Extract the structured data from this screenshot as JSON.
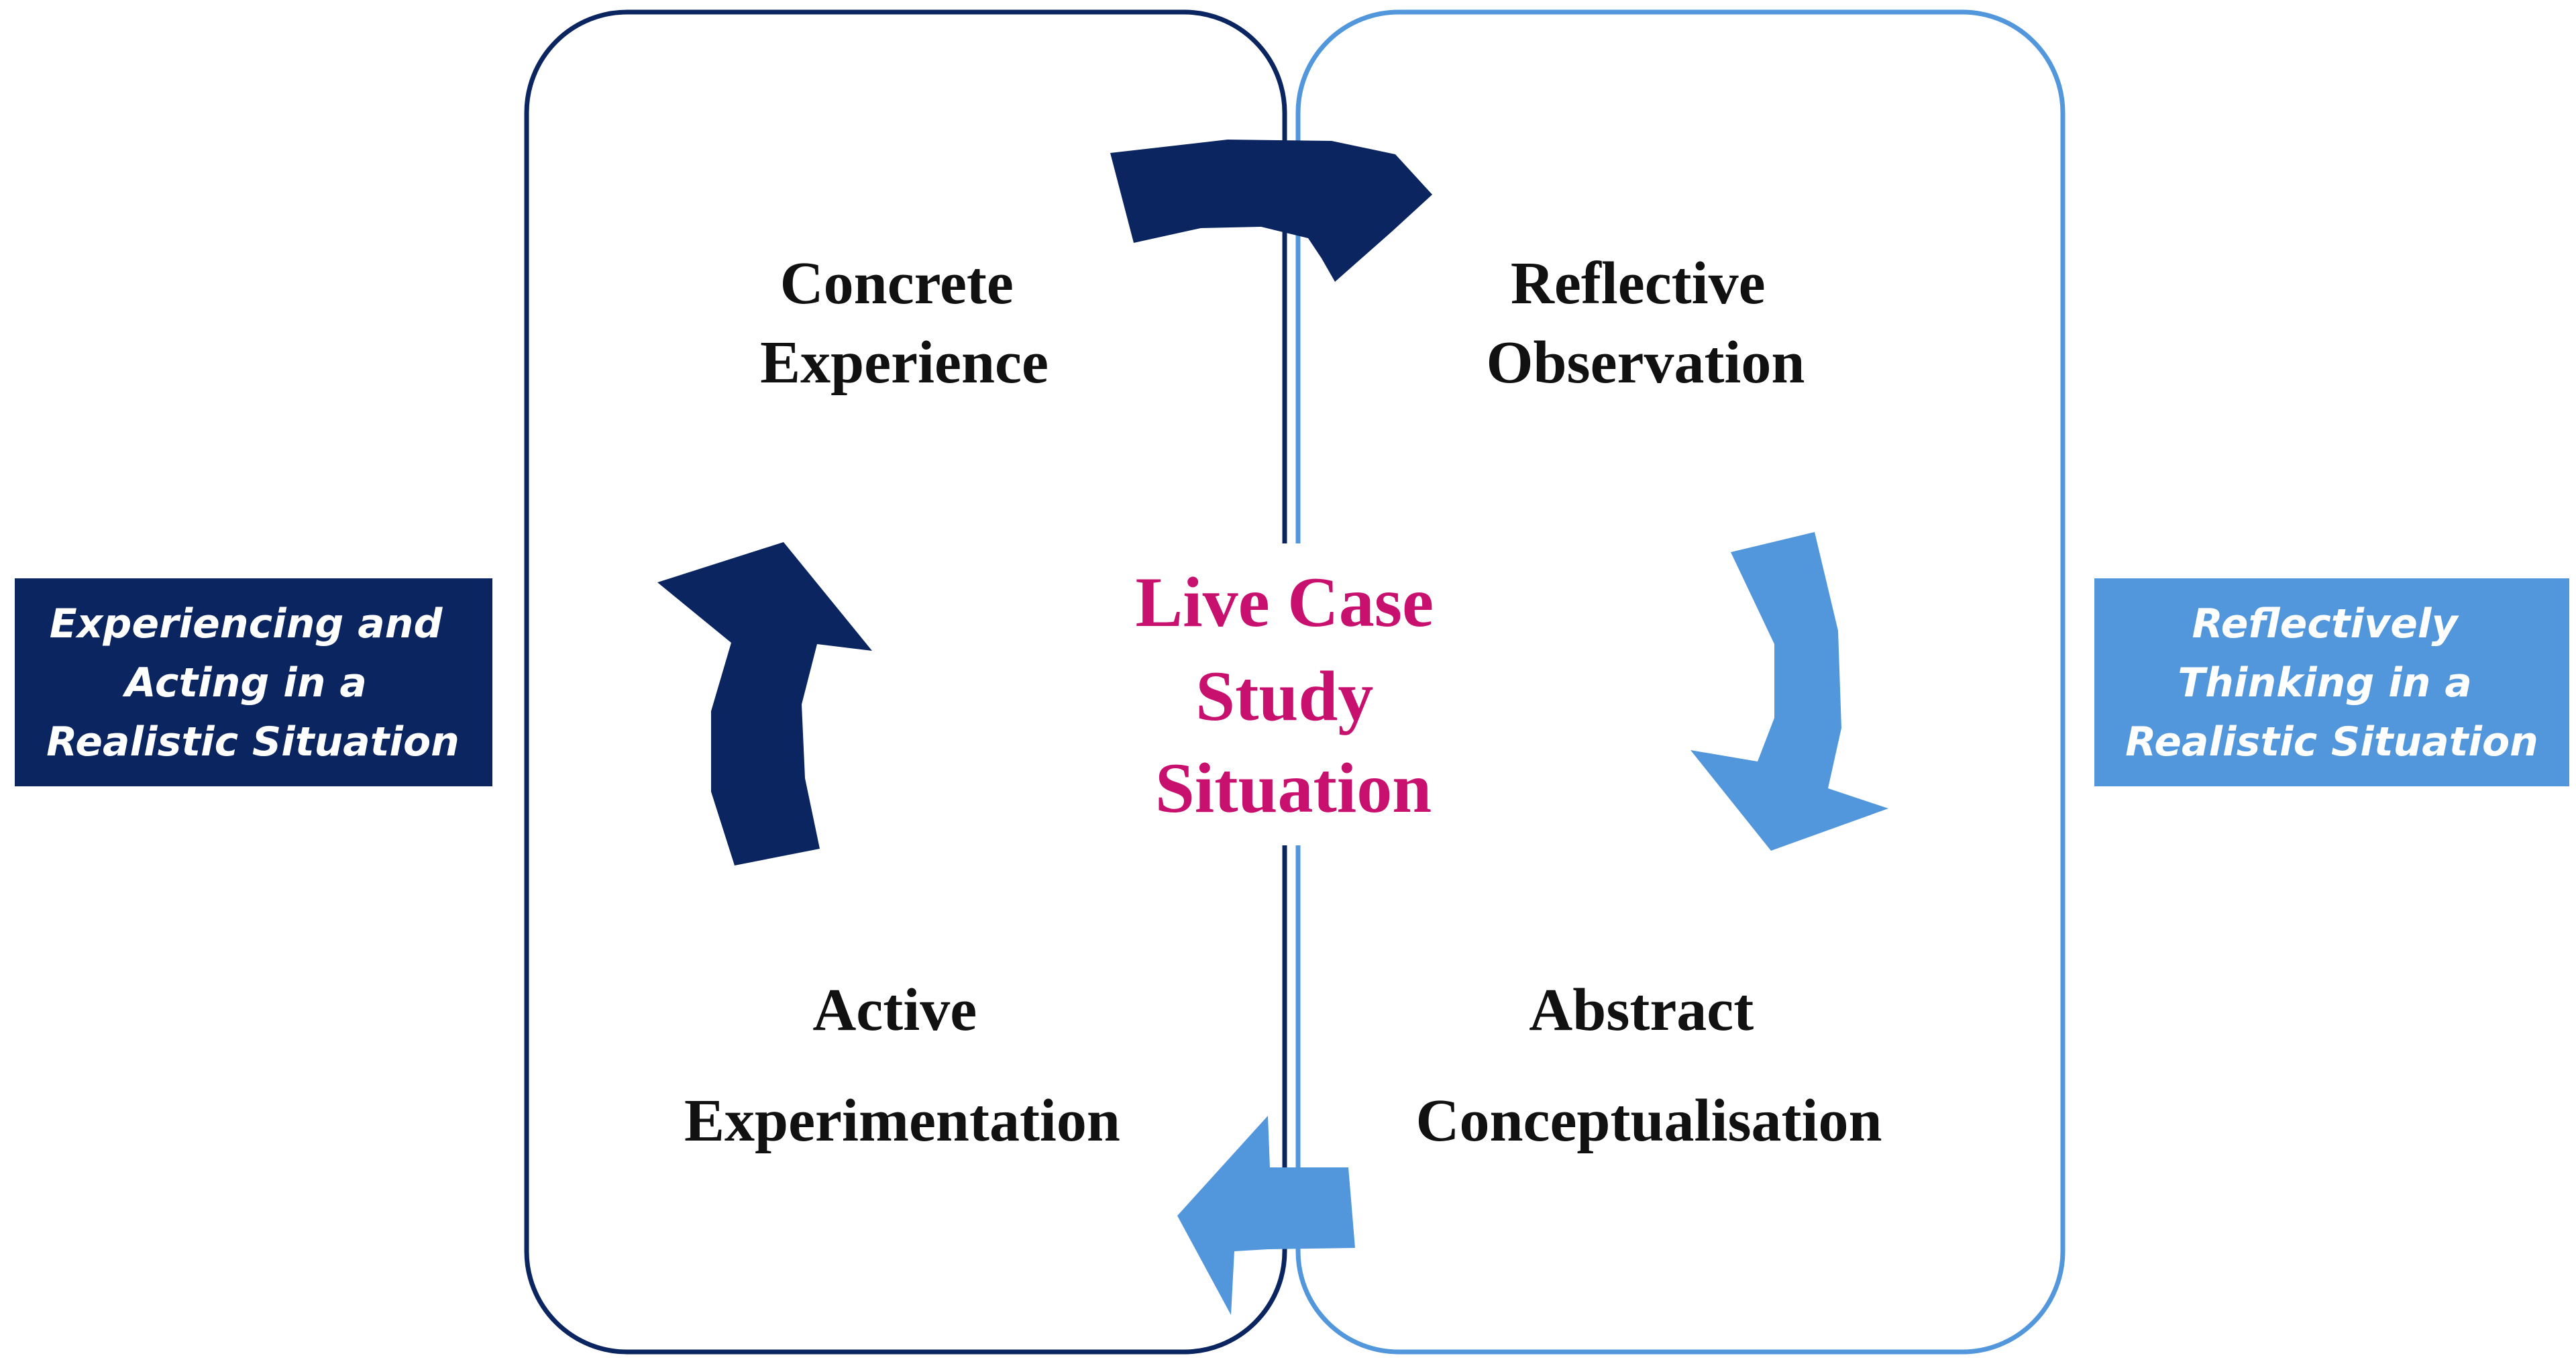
{
  "colors": {
    "dark_blue": "#0b2561",
    "light_blue": "#5297dc",
    "center_text": "#c8106f",
    "stage_text": "#111111",
    "background": "#ffffff"
  },
  "stages": {
    "concrete_experience": [
      "Concrete",
      "Experience"
    ],
    "reflective_observation": [
      "Reflective",
      "Observation"
    ],
    "abstract_conceptualisation": [
      "Abstract",
      "Conceptualisation"
    ],
    "active_experimentation": [
      "Active",
      "Experimentation"
    ]
  },
  "center": {
    "lines": [
      "Live Case",
      "Study",
      "Situation"
    ]
  },
  "side_labels": {
    "left": {
      "lines": [
        "Experiencing and",
        "Acting in a",
        "Realistic Situation"
      ]
    },
    "right": {
      "lines": [
        "Reflectively",
        "Thinking in a",
        "Realistic Situation"
      ]
    }
  },
  "arrows": [
    {
      "from": "Concrete Experience",
      "to": "Reflective Observation",
      "color": "dark_blue"
    },
    {
      "from": "Reflective Observation",
      "to": "Abstract Conceptualisation",
      "color": "light_blue"
    },
    {
      "from": "Abstract Conceptualisation",
      "to": "Active Experimentation",
      "color": "light_blue"
    },
    {
      "from": "Active Experimentation",
      "to": "Concrete Experience",
      "color": "dark_blue"
    }
  ]
}
